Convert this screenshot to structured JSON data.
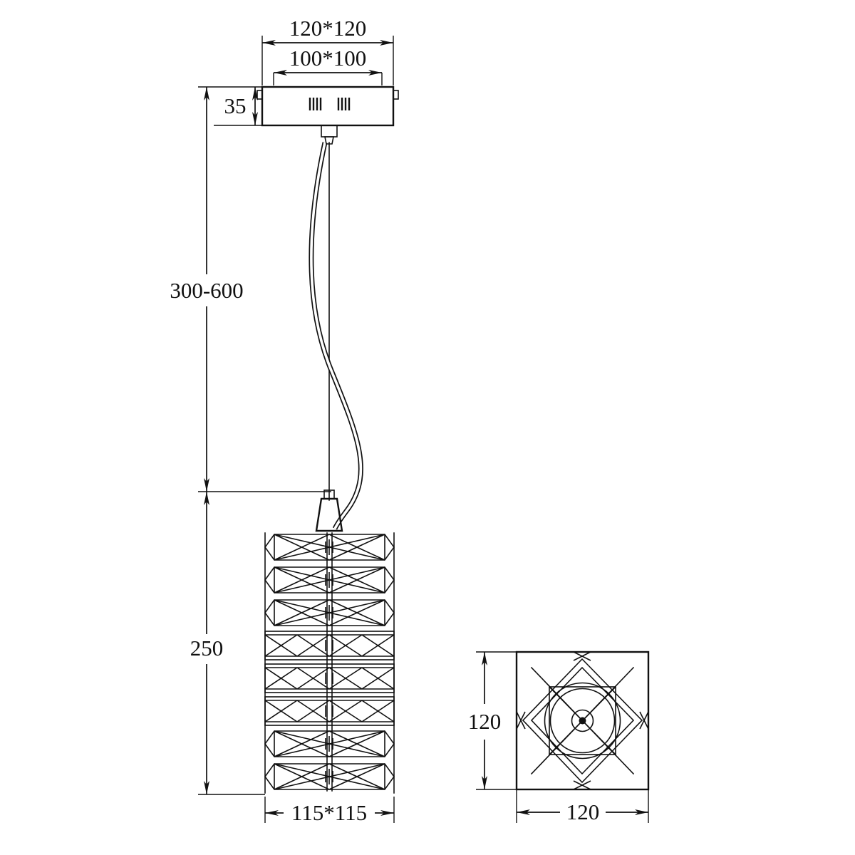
{
  "labels": {
    "canopy_outer": "120*120",
    "canopy_inner": "100*100",
    "canopy_height": "35",
    "suspension_length": "300-600",
    "shade_height": "250",
    "shade_bottom": "115*115",
    "top_view_side": "120",
    "top_view_bottom": "120"
  }
}
